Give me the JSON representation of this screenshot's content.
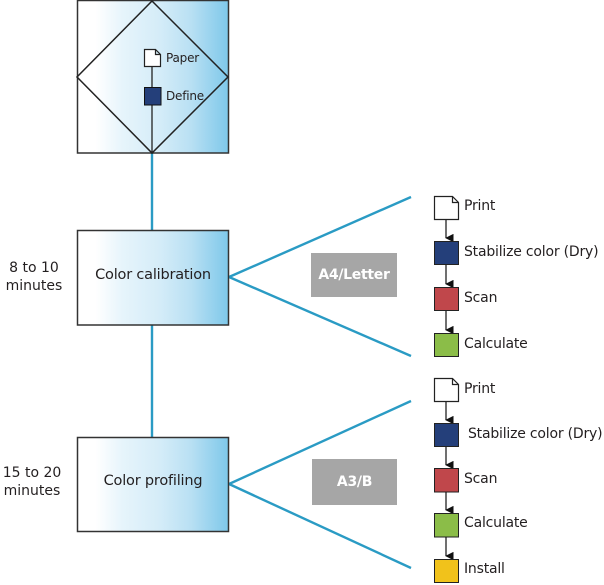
{
  "diagram": {
    "title": "Paper preset color workflow",
    "colors": {
      "connector": "#2a9bc4",
      "box_gradient_start": "#ffffff",
      "box_gradient_end": "#7ec8ea",
      "tag_bg": "#a6a6a6",
      "step_print": "#ffffff",
      "step_stabilize": "#243f7a",
      "step_scan": "#c0474b",
      "step_calculate": "#8bbd48",
      "step_install": "#f1c21b"
    },
    "top_node": {
      "steps": [
        {
          "icon": "paper-page-icon",
          "label": "Paper"
        },
        {
          "icon": "define-square-icon",
          "label": "Define"
        }
      ]
    },
    "stages": [
      {
        "name": "Color calibration",
        "duration_line1": "8 to 10",
        "duration_line2": "minutes",
        "paper_size_tag": "A4/Letter",
        "steps": [
          {
            "icon": "print-page-icon",
            "label": "Print"
          },
          {
            "icon": "stabilize-square-icon",
            "label": "Stabilize color (Dry)"
          },
          {
            "icon": "scan-square-icon",
            "label": "Scan"
          },
          {
            "icon": "calculate-square-icon",
            "label": "Calculate"
          }
        ]
      },
      {
        "name": "Color profiling",
        "duration_line1": "15 to 20",
        "duration_line2": "minutes",
        "paper_size_tag": "A3/B",
        "steps": [
          {
            "icon": "print-page-icon",
            "label": "Print"
          },
          {
            "icon": "stabilize-square-icon",
            "label": "Stabilize color (Dry)"
          },
          {
            "icon": "scan-square-icon",
            "label": "Scan"
          },
          {
            "icon": "calculate-square-icon",
            "label": "Calculate"
          },
          {
            "icon": "install-square-icon",
            "label": "Install"
          }
        ]
      }
    ]
  }
}
